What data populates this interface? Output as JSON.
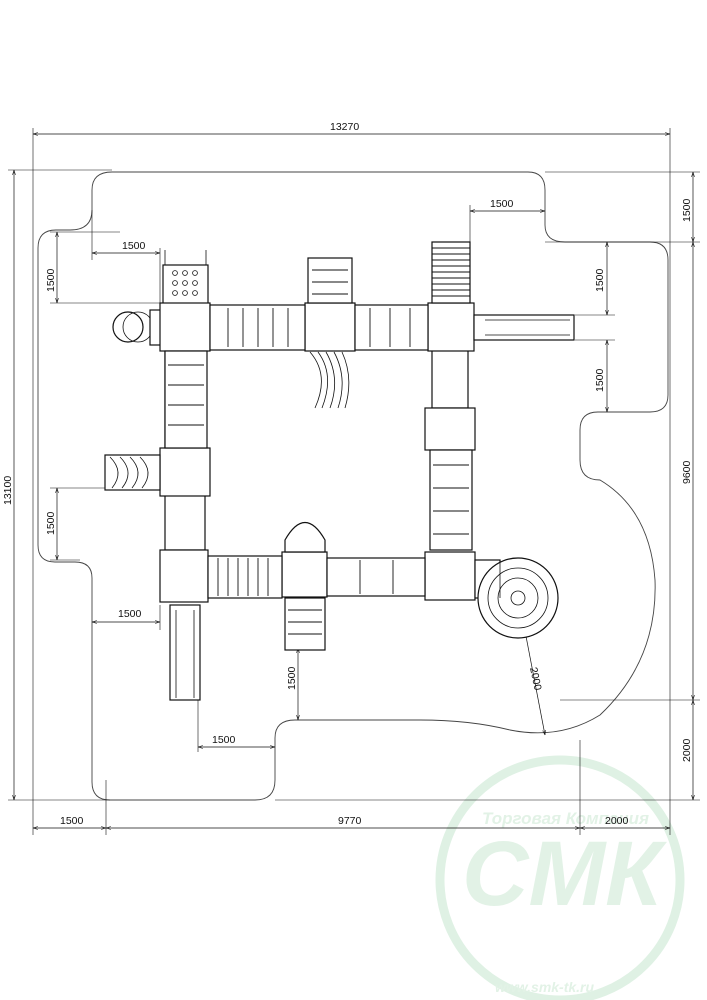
{
  "dimensions": {
    "overall_width": "13270",
    "overall_height": "13100",
    "inner_height": "9600",
    "bottom_left": "1500",
    "bottom_main": "9770",
    "bottom_right": "2000",
    "right_top": "1500",
    "right_bottom": "2000",
    "top_left_h": "1500",
    "left_upper_v": "1500",
    "left_middle_v": "1500",
    "left_lower_h": "1500",
    "bottom_stair_v": "1500",
    "bottom_inner_h": "1500",
    "top_right_h": "1500",
    "right_upper_v": "1500",
    "right_middle_v": "1500",
    "spiral_radius": "2000"
  },
  "watermark": {
    "company": "Торговая Компания",
    "logo": "СМК",
    "url": "www.smk-tk.ru",
    "color": "#e2f2e6"
  }
}
